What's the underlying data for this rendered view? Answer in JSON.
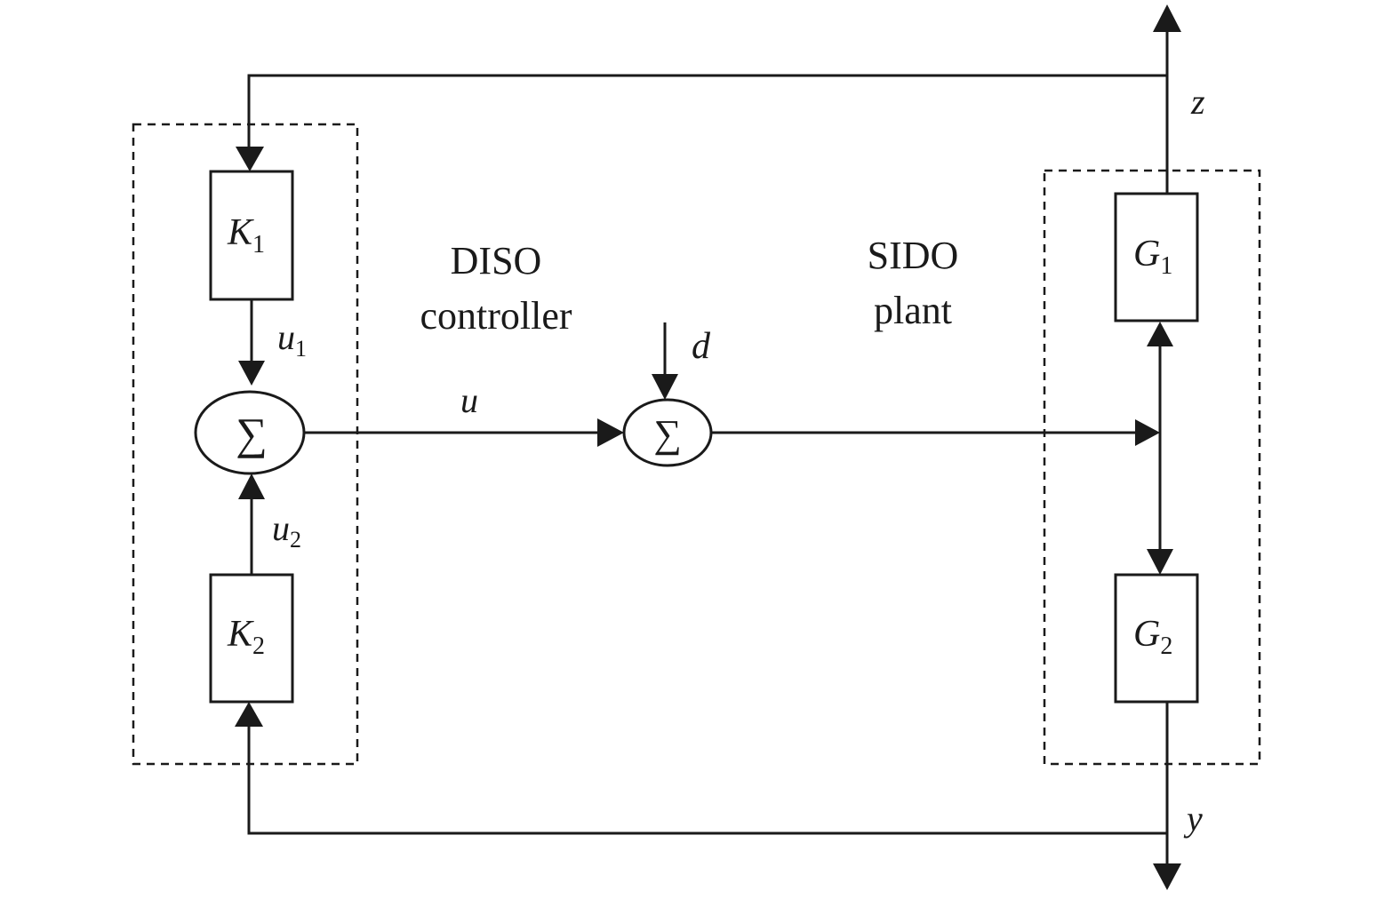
{
  "colors": {
    "line": "#1a1a1a",
    "background": "#ffffff"
  },
  "blocks": {
    "k1": {
      "symbol": "K",
      "subscript": "1"
    },
    "k2": {
      "symbol": "K",
      "subscript": "2"
    },
    "g1": {
      "symbol": "G",
      "subscript": "1"
    },
    "g2": {
      "symbol": "G",
      "subscript": "2"
    }
  },
  "summers": {
    "controller": {
      "symbol": "∑"
    },
    "disturbance": {
      "symbol": "∑"
    }
  },
  "groups": {
    "controller": {
      "line1": "DISO",
      "line2": "controller"
    },
    "plant": {
      "line1": "SIDO",
      "line2": "plant"
    }
  },
  "signals": {
    "u1": {
      "symbol": "u",
      "subscript": "1"
    },
    "u2": {
      "symbol": "u",
      "subscript": "2"
    },
    "u": "u",
    "d": "d",
    "z": "z",
    "y": "y"
  }
}
